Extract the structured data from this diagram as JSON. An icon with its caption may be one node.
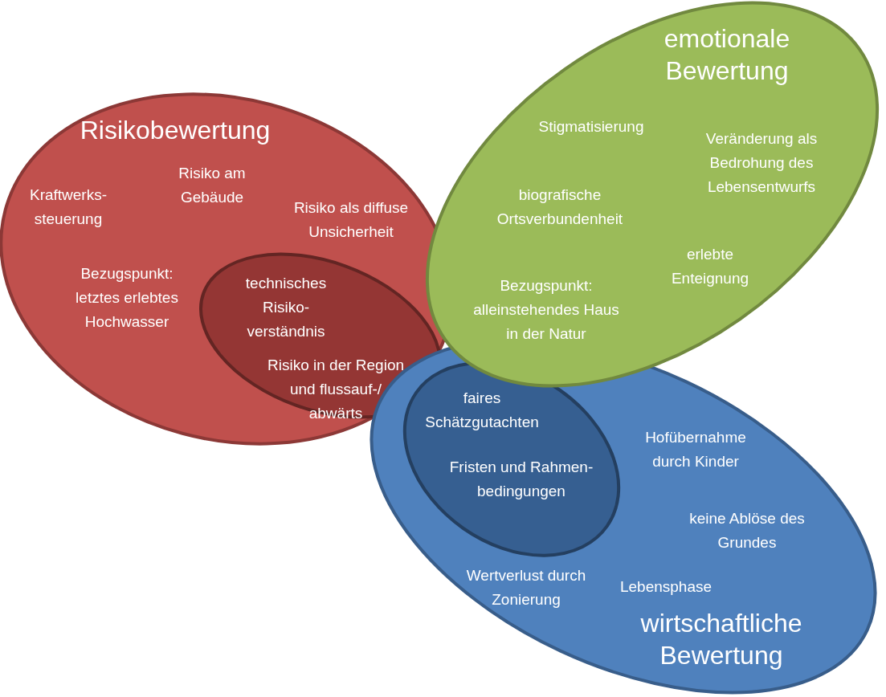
{
  "diagram": {
    "nodes": [
      {
        "text": [
          "Risikobewertung",
          "Kraftwerks- steuerung",
          "Risiko am Gebäude",
          "Risiko als diffuse Unsicherheit",
          "Bezugspunkt: letztes erlebtes Hochwasser"
        ]
      },
      {
        "text": [
          "technisches Risiko- verständnis",
          "Risiko in der Region und flussauf-/ abwärts"
        ],
        "in": 0
      },
      {
        "text": [
          "Hofübernahme durch Kinder",
          "keine Ablöse des Grundes",
          "Wertverlust durch Zonierung",
          "Lebensphase",
          "wirtschaftliche Bewertung"
        ]
      },
      {
        "text": [
          "faires Schätzgutachten",
          "Fristen und Rahmen- bedingungen"
        ],
        "in": 2
      },
      {
        "text": [
          "emotionale Bewertung",
          "Stigmatisierung",
          "Veränderung als Bedrohung des Lebensentwurfs",
          "biografische Ortsverbundenheit",
          "erlebte Enteignung",
          "Bezugspunkt: alleinstehendes Haus in der Natur"
        ]
      }
    ]
  }
}
